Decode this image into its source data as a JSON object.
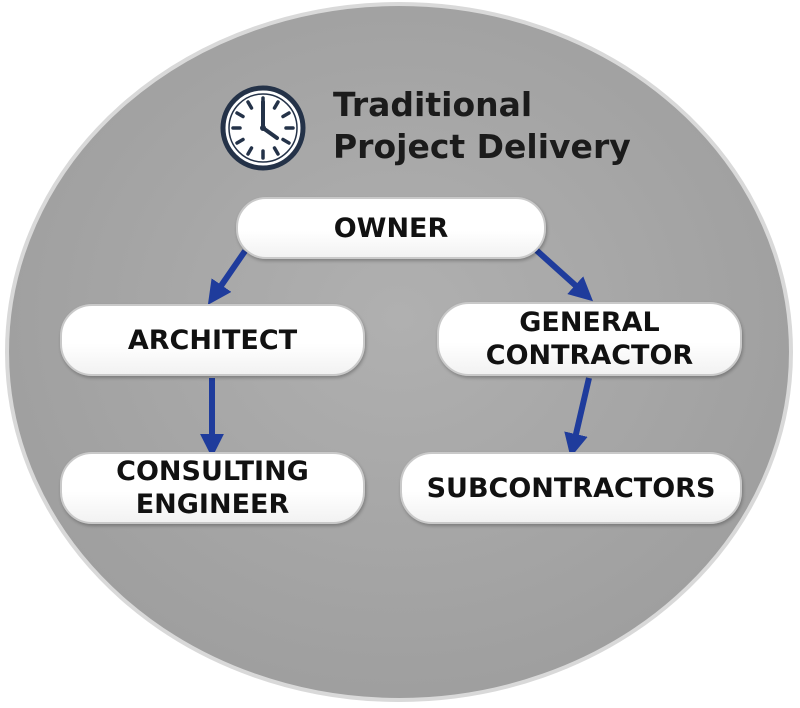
{
  "title": {
    "line1": "Traditional",
    "line2": "Project Delivery"
  },
  "icon": "clock-icon",
  "nodes": {
    "owner": {
      "lines": [
        "OWNER"
      ]
    },
    "architect": {
      "lines": [
        "ARCHITECT"
      ]
    },
    "general_contractor": {
      "lines": [
        "GENERAL",
        "CONTRACTOR"
      ]
    },
    "consulting_engineer": {
      "lines": [
        "CONSULTING",
        "ENGINEER"
      ]
    },
    "subcontractors": {
      "lines": [
        "SUBCONTRACTORS"
      ]
    }
  },
  "edges": [
    {
      "from": "owner",
      "to": "architect"
    },
    {
      "from": "owner",
      "to": "general_contractor"
    },
    {
      "from": "architect",
      "to": "consulting_engineer"
    },
    {
      "from": "general_contractor",
      "to": "subcontractors"
    }
  ],
  "colors": {
    "circle": "#a6a6a6",
    "arrow": "#1f3c9c",
    "clock": "#243248",
    "node_border": "#c9c9c9",
    "text": "#111111"
  }
}
